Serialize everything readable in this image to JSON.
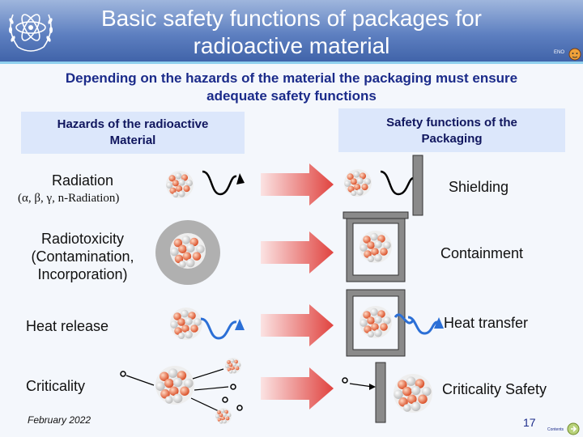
{
  "header": {
    "title_line1": "Basic safety functions of packages for",
    "title_line2": "radioactive material",
    "small_tag": "ENO",
    "logo_icon": "atom-laurel-logo-icon",
    "mascot_icon": "mascot-face-icon"
  },
  "subtitle": {
    "line1": "Depending on the hazards of the material the packaging must ensure",
    "line2": "adequate safety functions"
  },
  "columns": {
    "hazards_line1": "Hazards of the radioactive",
    "hazards_line2": "Material",
    "safety_line1": "Safety functions of the",
    "safety_line2": "Packaging"
  },
  "rows": {
    "radiation_label": "Radiation",
    "radiation_types": "(α, β, γ, n-Radiation)",
    "radiotoxicity_line1": "Radiotoxicity",
    "radiotoxicity_line2": "(Contamination,",
    "radiotoxicity_line3": "Incorporation)",
    "heat_release": "Heat release",
    "criticality": "Criticality",
    "shielding": "Shielding",
    "containment": "Containment",
    "heat_transfer": "Heat transfer",
    "criticality_safety": "Criticality Safety"
  },
  "footer": {
    "date": "February 2022",
    "page_number": "17",
    "contents_label": "Contents",
    "contents_icon": "contents-arrow-icon"
  },
  "colors": {
    "header_blue": "#3f62a8",
    "text_navy": "#1b2b8a",
    "box_fill": "#dce7fb",
    "arrow_red": "#e0433f",
    "wave_black": "#000000",
    "wave_blue": "#2b6fd6",
    "container_gray": "#8a8a8a"
  }
}
